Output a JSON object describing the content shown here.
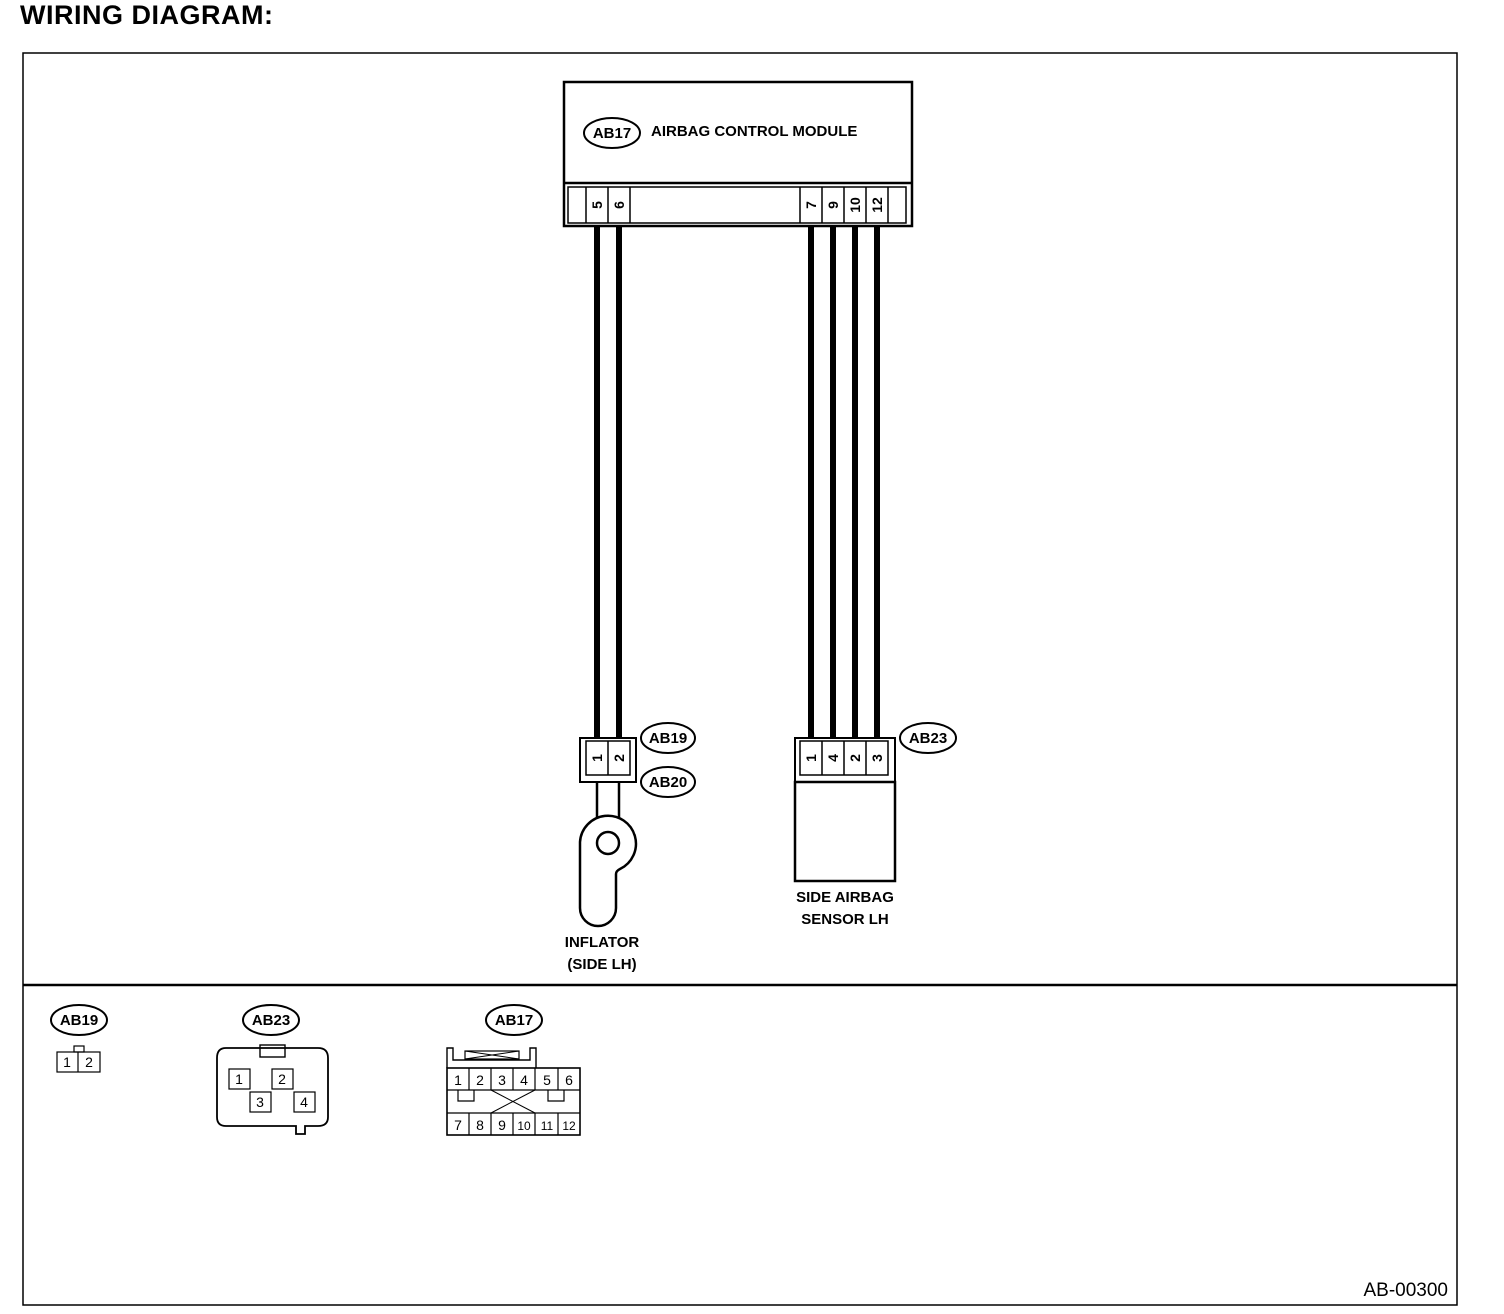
{
  "header": {
    "title": "WIRING DIAGRAM:"
  },
  "module": {
    "tag": "AB17",
    "name": "AIRBAG CONTROL MODULE",
    "pins": [
      "5",
      "6",
      "7",
      "9",
      "10",
      "12"
    ]
  },
  "inflator": {
    "tag_a": "AB19",
    "tag_b": "AB20",
    "pins": [
      "1",
      "2"
    ],
    "label_line1": "INFLATOR",
    "label_line2": "(SIDE LH)"
  },
  "sensor": {
    "tag": "AB23",
    "pins": [
      "1",
      "4",
      "2",
      "3"
    ],
    "label_line1": "SIDE AIRBAG",
    "label_line2": "SENSOR LH"
  },
  "connector_views": {
    "ab19": {
      "tag": "AB19",
      "pins": [
        "1",
        "2"
      ]
    },
    "ab23": {
      "tag": "AB23",
      "pins": [
        "1",
        "2",
        "3",
        "4"
      ]
    },
    "ab17": {
      "tag": "AB17",
      "pins": [
        "1",
        "2",
        "3",
        "4",
        "5",
        "6",
        "7",
        "8",
        "9",
        "10",
        "11",
        "12"
      ]
    }
  },
  "figure_ref": "AB-00300"
}
